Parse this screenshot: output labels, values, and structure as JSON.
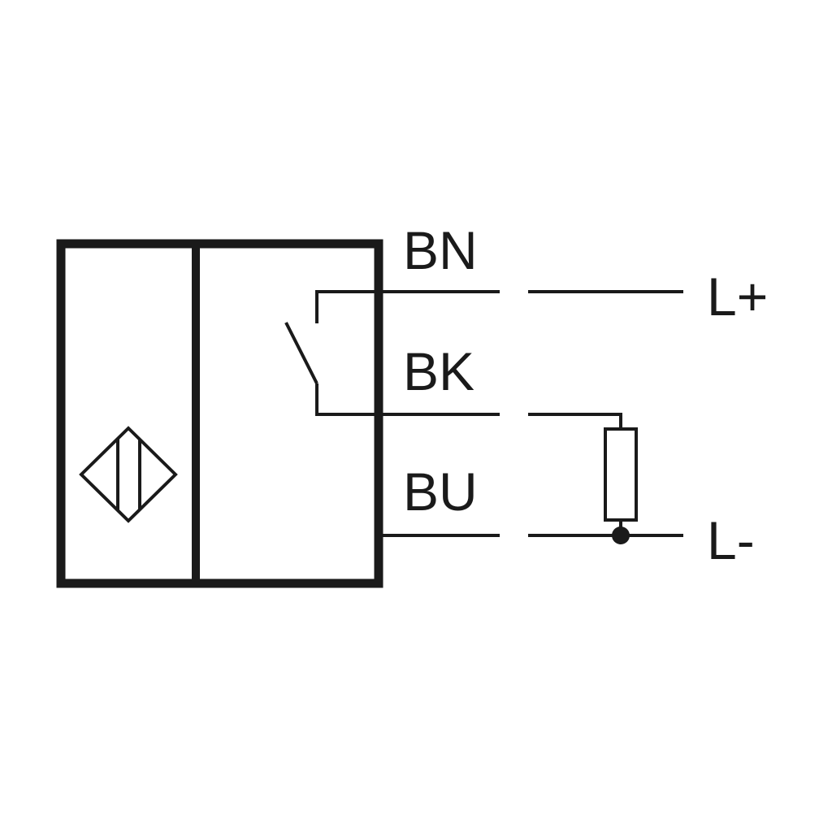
{
  "wires": {
    "brown": {
      "label": "BN"
    },
    "black": {
      "label": "BK"
    },
    "blue": {
      "label": "BU"
    }
  },
  "supply": {
    "positive": "L+",
    "negative": "L-"
  },
  "colors": {
    "line": "#1a1a1a",
    "background": "#ffffff"
  }
}
